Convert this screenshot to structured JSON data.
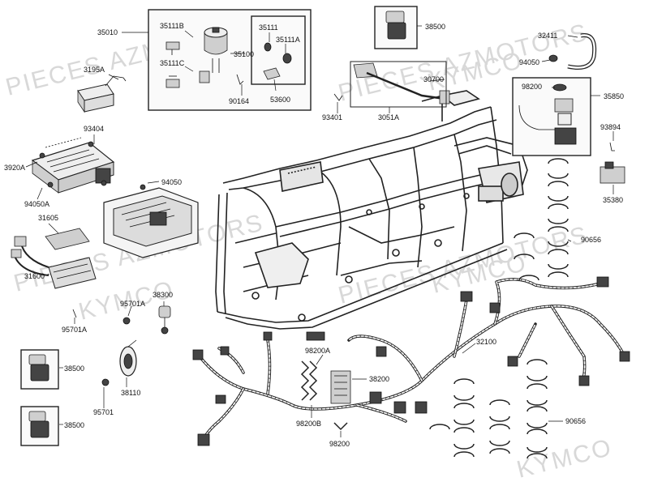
{
  "watermark": {
    "line1": "PIECES AZMOTORS",
    "line2": "KYMCO"
  },
  "labels": {
    "p35010": "35010",
    "p35111b": "35111B",
    "p35111c": "35111C",
    "p35100": "35100",
    "p35111": "35111",
    "p35111a": "35111A",
    "p53600": "53600",
    "p90164": "90164",
    "p38500a": "38500",
    "p32411": "32411",
    "p94050a": "94050",
    "p3195a": "3195A",
    "p30700": "30700",
    "p98200a": "98200",
    "p35850": "35850",
    "p93401": "93401",
    "p3051a": "3051A",
    "p93404": "93404",
    "p3920a": "3920A",
    "p94050b": "94050",
    "p94050c": "94050A",
    "p93894": "93894",
    "p35380": "35380",
    "p31605": "31605",
    "p90656a": "90656",
    "p31600": "31600",
    "p38300": "38300",
    "p95701a": "95701A",
    "p95701b": "95701A",
    "p32100": "32100",
    "p98200b": "98200A",
    "p38500b": "38500",
    "p38200": "38200",
    "p38110": "38110",
    "p95701c": "95701",
    "p90656b": "90656",
    "p98200c": "98200B",
    "p38500c": "38500",
    "p98200d": "98200"
  }
}
